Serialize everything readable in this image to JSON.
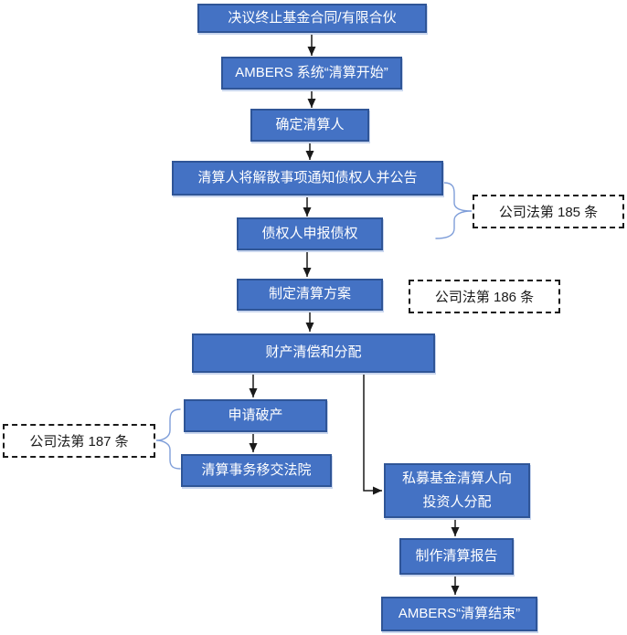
{
  "flowchart": {
    "nodes": {
      "n1": {
        "label": "决议终止基金合同/有限合伙"
      },
      "n2": {
        "label": "AMBERS 系统“清算开始”"
      },
      "n3": {
        "label": "确定清算人"
      },
      "n4": {
        "label": "清算人将解散事项通知债权人并公告"
      },
      "n5": {
        "label": "债权人申报债权"
      },
      "n6": {
        "label": "制定清算方案"
      },
      "n7": {
        "label": "财产清偿和分配"
      },
      "n8": {
        "label": "申请破产"
      },
      "n9": {
        "label": "清算事务移交法院"
      },
      "n10": {
        "label_line1": "私募基金清算人向",
        "label_line2": "投资人分配"
      },
      "n11": {
        "label": "制作清算报告"
      },
      "n12": {
        "label": "AMBERS“清算结束”"
      }
    },
    "annotations": {
      "law185": {
        "label": "公司法第 185 条",
        "applies_to": [
          "n4",
          "n5"
        ]
      },
      "law186": {
        "label": "公司法第 186 条",
        "applies_to": [
          "n6"
        ]
      },
      "law187": {
        "label": "公司法第 187 条",
        "applies_to": [
          "n8",
          "n9"
        ]
      }
    },
    "edges": [
      [
        "n1",
        "n2"
      ],
      [
        "n2",
        "n3"
      ],
      [
        "n3",
        "n4"
      ],
      [
        "n4",
        "n5"
      ],
      [
        "n5",
        "n6"
      ],
      [
        "n6",
        "n7"
      ],
      [
        "n7",
        "n8"
      ],
      [
        "n8",
        "n9"
      ],
      [
        "n7",
        "n10"
      ],
      [
        "n10",
        "n11"
      ],
      [
        "n11",
        "n12"
      ]
    ],
    "colors": {
      "background": "#FFFFFF",
      "node_fill": "#4472C4",
      "node_border": "#2F5597",
      "node_text": "#FFFFFF",
      "note_border": "#1A1A1A",
      "note_text": "#1A1A1A",
      "connector": "#1A1A1A",
      "brace": "#7F9ED9"
    }
  }
}
